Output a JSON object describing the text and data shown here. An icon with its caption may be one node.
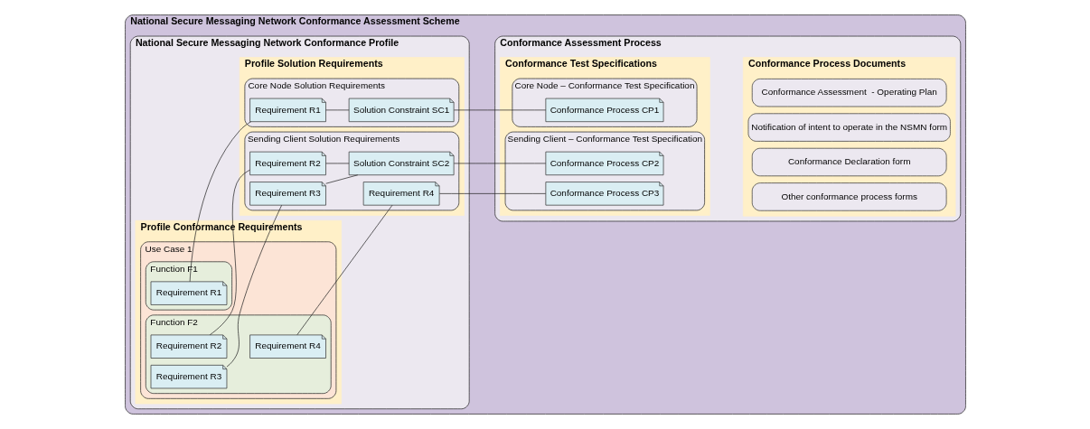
{
  "diagram": {
    "nodes": [
      {
        "text": [
          "National Secure Messaging Network Conformance Assessment Scheme"
        ]
      },
      {
        "text": [
          "National Secure Messaging Network Conformance Profile"
        ],
        "in": 0
      },
      {
        "text": [
          "Profile Conformance Requirements"
        ],
        "in": 1
      },
      {
        "text": [
          "Use Case 1"
        ],
        "in": 2
      },
      {
        "text": [
          "Function F1"
        ],
        "in": 3
      },
      {
        "text": [
          "Requirement R1"
        ],
        "in": 4
      },
      {
        "text": [
          "Function F2"
        ],
        "in": 3
      },
      {
        "text": [
          "Requirement R2"
        ],
        "in": 6
      },
      {
        "text": [
          "Requirement R3"
        ],
        "in": 6
      },
      {
        "text": [
          "Requirement R4"
        ],
        "in": 6
      },
      {
        "text": [
          "Profile Solution Requirements"
        ],
        "in": 1
      },
      {
        "text": [
          "Core Node Solution Requirements"
        ],
        "in": 10
      },
      {
        "text": [
          "Requirement R1"
        ],
        "in": 11
      },
      {
        "text": [
          "Solution Constraint SC1"
        ],
        "in": 11
      },
      {
        "text": [
          "Sending Client Solution Requirements"
        ],
        "in": 10
      },
      {
        "text": [
          "Requirement R2"
        ],
        "in": 14
      },
      {
        "text": [
          "Requirement R3"
        ],
        "in": 14
      },
      {
        "text": [
          "Solution Constraint SC2"
        ],
        "in": 14
      },
      {
        "text": [
          "Requirement R4"
        ],
        "in": 14
      },
      {
        "text": [
          "Conformance Assessment Process"
        ],
        "in": 0
      },
      {
        "text": [
          "Conformance Test Specifications"
        ],
        "in": 19
      },
      {
        "text": [
          "Core Node – Conformance Test Specification"
        ],
        "in": 20
      },
      {
        "text": [
          "Conformance Process CP1"
        ],
        "in": 21
      },
      {
        "text": [
          "Sending Client – Conformance Test Specification"
        ],
        "in": 20
      },
      {
        "text": [
          "Conformance Process CP2"
        ],
        "in": 23
      },
      {
        "text": [
          "Conformance Process CP3"
        ],
        "in": 23
      },
      {
        "text": [
          "Conformance Process Documents"
        ],
        "in": 19
      },
      {
        "text": [
          "Conformance Assessment  - Operating Plan"
        ],
        "in": 26
      },
      {
        "text": [
          "Notification of intent to operate in the NSMN form"
        ],
        "in": 26
      },
      {
        "text": [
          "Conformance Declaration form"
        ],
        "in": 26
      },
      {
        "text": [
          "Other conformance process forms"
        ],
        "in": 26
      }
    ],
    "edges": [
      {
        "from": 5,
        "to": 12,
        "arrow": "none"
      },
      {
        "from": 12,
        "to": 13,
        "arrow": "none"
      },
      {
        "from": 13,
        "to": 22,
        "arrow": "none"
      },
      {
        "from": 7,
        "to": 15,
        "arrow": "none"
      },
      {
        "from": 8,
        "to": 16,
        "arrow": "none"
      },
      {
        "from": 15,
        "to": 17,
        "arrow": "none"
      },
      {
        "from": 16,
        "to": 17,
        "arrow": "none"
      },
      {
        "from": 17,
        "to": 24,
        "arrow": "none"
      },
      {
        "from": 9,
        "to": 18,
        "arrow": "none"
      },
      {
        "from": 18,
        "to": 25,
        "arrow": "none"
      }
    ]
  }
}
